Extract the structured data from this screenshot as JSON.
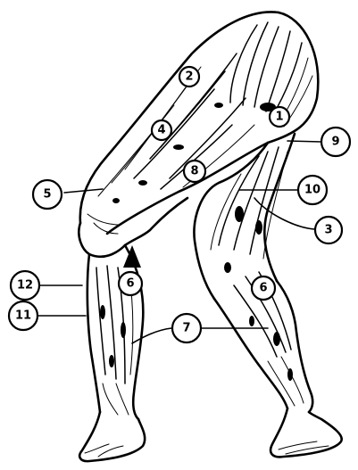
{
  "callouts": [
    {
      "id": "c1",
      "label": "1"
    },
    {
      "id": "c2",
      "label": "2"
    },
    {
      "id": "c3",
      "label": "3"
    },
    {
      "id": "c4",
      "label": "4"
    },
    {
      "id": "c5",
      "label": "5"
    },
    {
      "id": "c6a",
      "label": "6"
    },
    {
      "id": "c6b",
      "label": "6"
    },
    {
      "id": "c7",
      "label": "7"
    },
    {
      "id": "c8",
      "label": "8"
    },
    {
      "id": "c9",
      "label": "9"
    },
    {
      "id": "c10",
      "label": "10"
    },
    {
      "id": "c11",
      "label": "11"
    },
    {
      "id": "c12",
      "label": "12"
    }
  ]
}
